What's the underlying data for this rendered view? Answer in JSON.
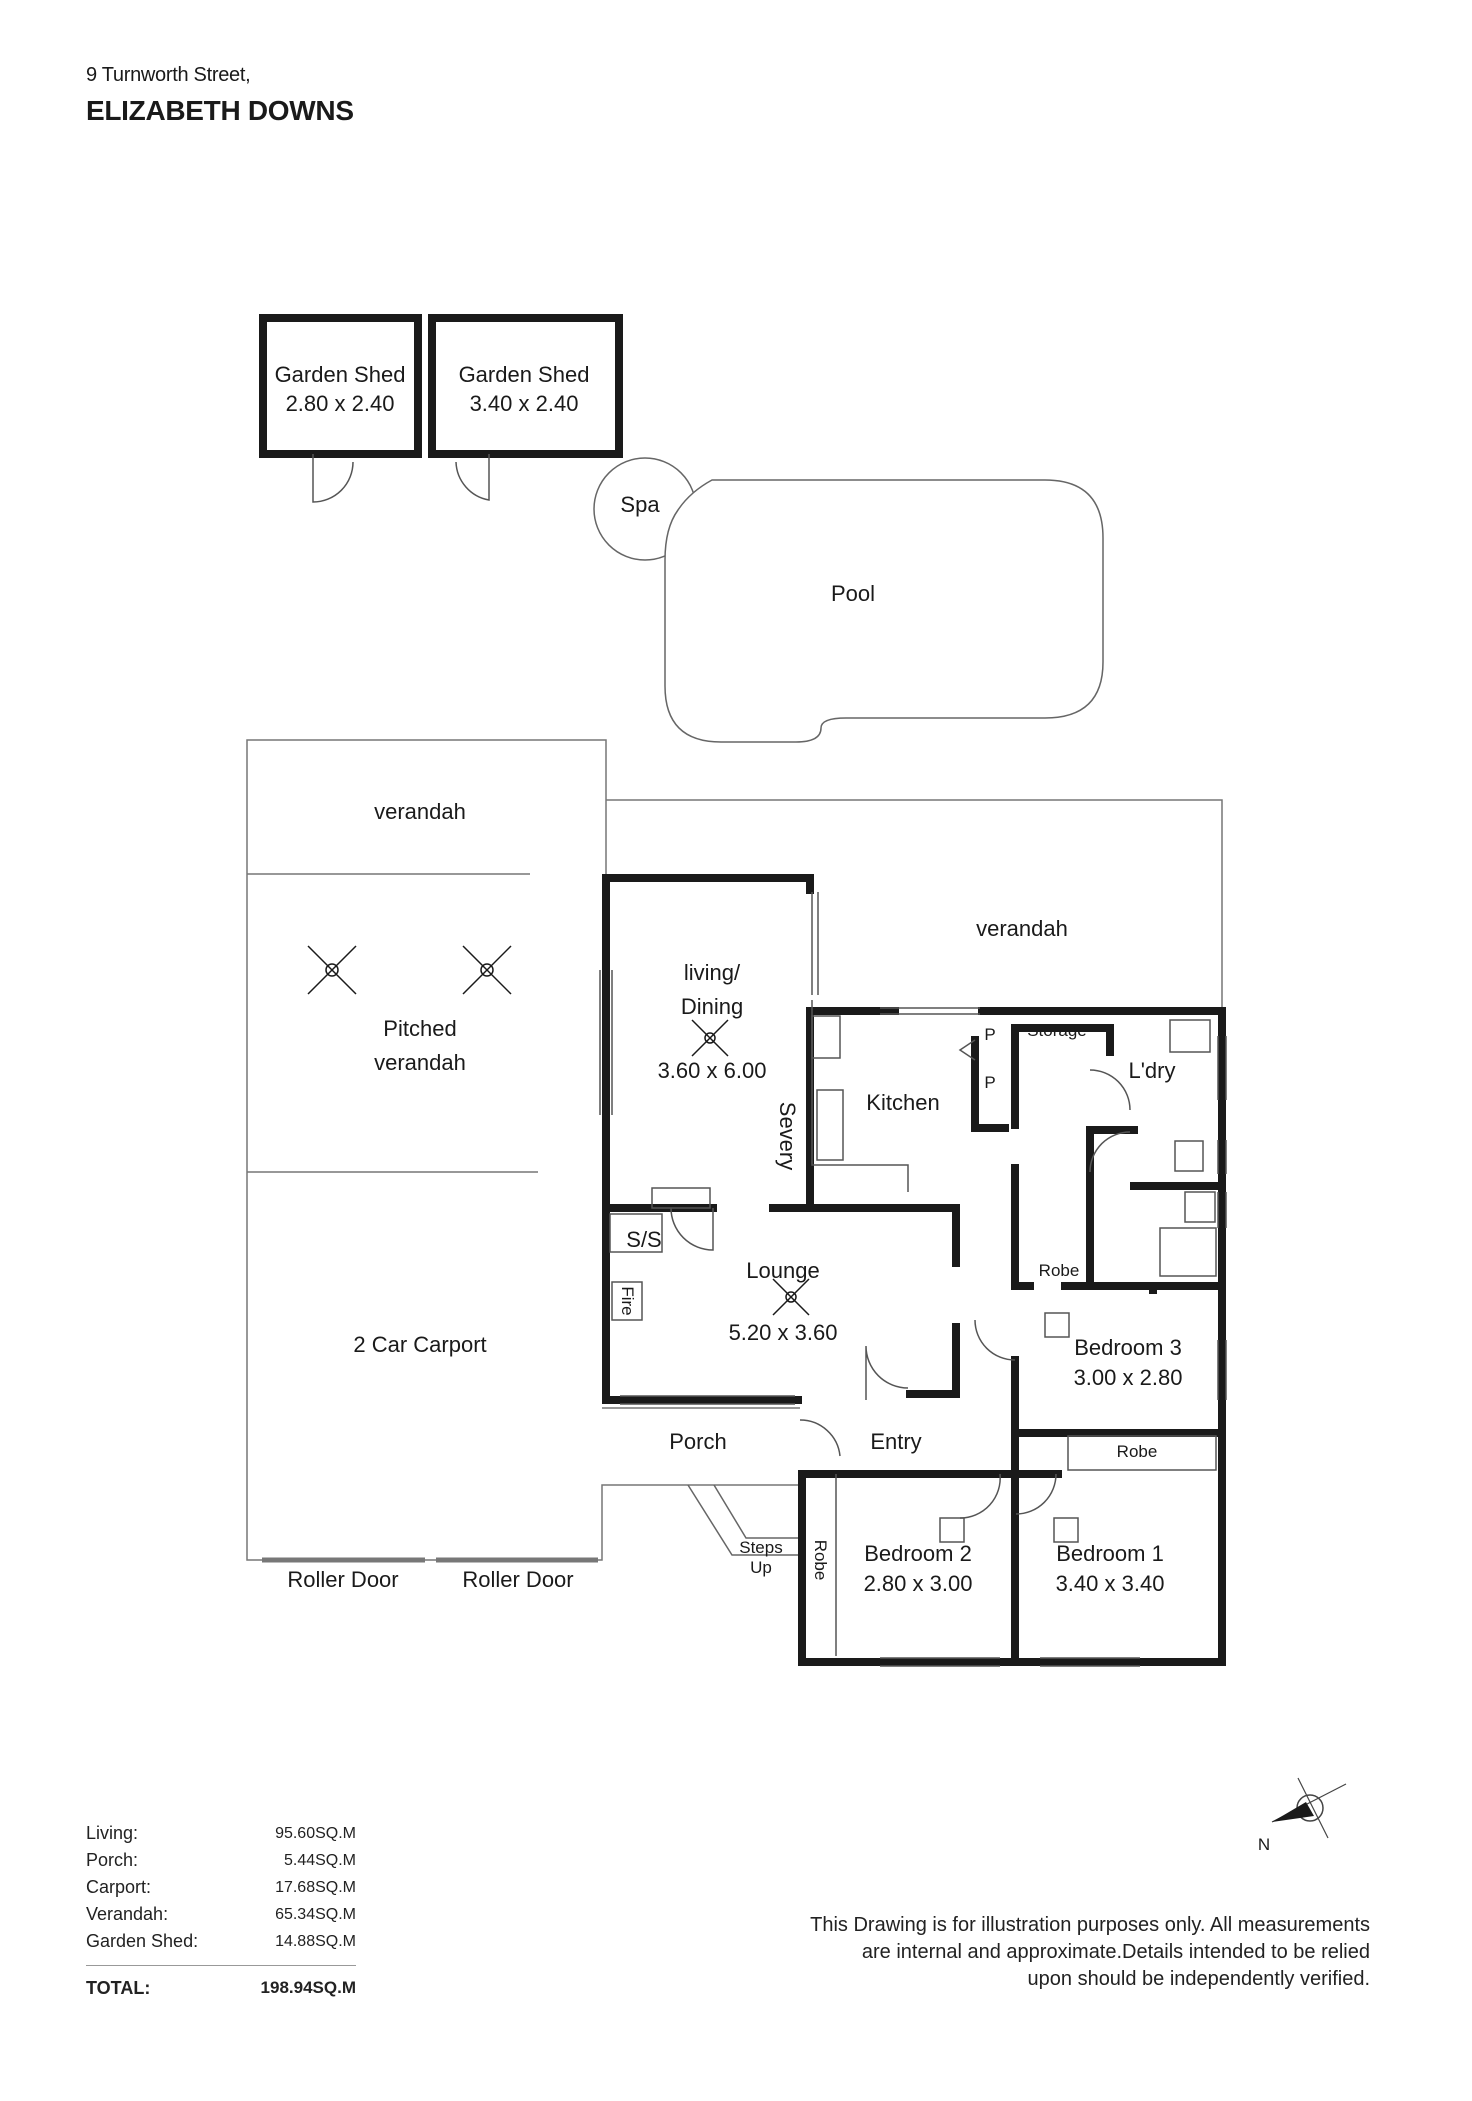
{
  "header": {
    "address_line": "9 Turnworth Street,",
    "suburb": "ELIZABETH DOWNS"
  },
  "rooms": {
    "shed1_name": "Garden Shed",
    "shed1_dim": "2.80 x 2.40",
    "shed2_name": "Garden Shed",
    "shed2_dim": "3.40 x 2.40",
    "spa": "Spa",
    "pool": "Pool",
    "verandah_top": "verandah",
    "verandah_right": "verandah",
    "pitched_1": "Pitched",
    "pitched_2": "verandah",
    "carport": "2 Car Carport",
    "roller_door_1": "Roller Door",
    "roller_door_2": "Roller Door",
    "living_1": "living/",
    "living_2": "Dining",
    "living_dim": "3.60 x 6.00",
    "severy": "Severy",
    "kitchen": "Kitchen",
    "pantry_1": "P",
    "pantry_2": "P",
    "storage": "Storage",
    "laundry": "L'dry",
    "ss": "S/S",
    "fire": "Fire",
    "lounge": "Lounge",
    "lounge_dim": "5.20 x 3.60",
    "robe_bed3": "Robe",
    "bed3": "Bedroom 3",
    "bed3_dim": "3.00 x 2.80",
    "porch": "Porch",
    "entry": "Entry",
    "robe_bed1": "Robe",
    "steps_1": "Steps",
    "steps_2": "Up",
    "robe_bed2": "Robe",
    "bed2": "Bedroom 2",
    "bed2_dim": "2.80 x 3.00",
    "bed1": "Bedroom 1",
    "bed1_dim": "3.40 x 3.40"
  },
  "compass": {
    "label": "N"
  },
  "areas": [
    {
      "label": "Living:",
      "value": "95.60SQ.M"
    },
    {
      "label": "Porch:",
      "value": "5.44SQ.M"
    },
    {
      "label": "Carport:",
      "value": "17.68SQ.M"
    },
    {
      "label": "Verandah:",
      "value": "65.34SQ.M"
    },
    {
      "label": "Garden Shed:",
      "value": "14.88SQ.M"
    }
  ],
  "total": {
    "label": "TOTAL:",
    "value": "198.94SQ.M"
  },
  "disclaimer": {
    "line1": "This Drawing is for illustration purposes only. All measurements",
    "line2": "are internal and approximate.Details intended to be relied",
    "line3": "upon should be independently verified."
  },
  "colors": {
    "wall": "#1a1a1a",
    "line": "#555555"
  }
}
